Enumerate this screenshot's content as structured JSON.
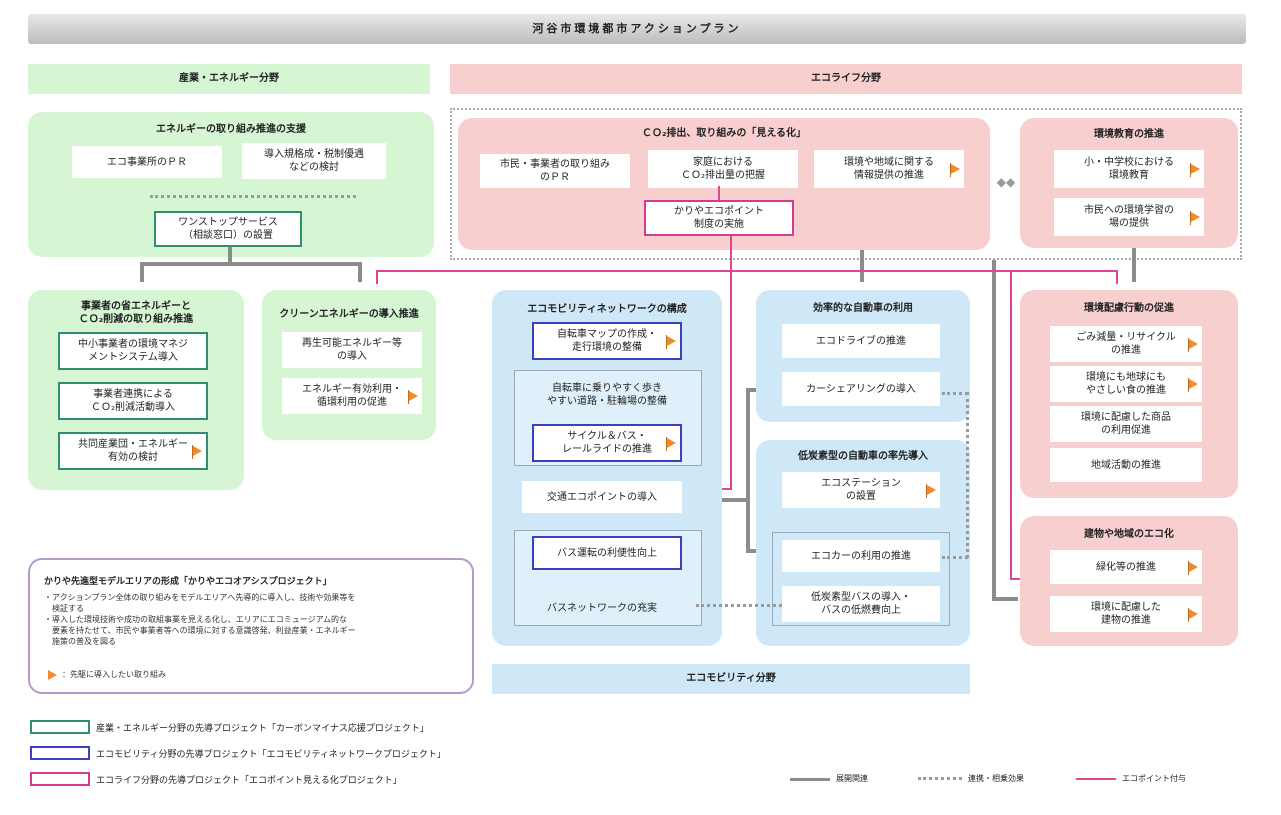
{
  "banner_title": "河谷市環境都市アクションプラン",
  "industry": {
    "title": "産業・エネルギー分野",
    "support": {
      "title": "エネルギーの取り組み推進の支援",
      "items": [
        "エコ事業所のＰＲ",
        "導入規格成・税制優遇\nなどの検討"
      ],
      "onestop": "ワンストップサービス\n（相談窓口）の設置"
    },
    "business": {
      "title": "事業者の省エネルギーと\nＣＯ₂削減の取り組み推進",
      "items": [
        "中小事業者の環境マネジ\nメントシステム導入",
        "事業者連携による\nＣＯ₂削減活動導入",
        "共同産業団・エネルギー\n有効の検討"
      ]
    },
    "clean": {
      "title": "クリーンエネルギーの導入推進",
      "items": [
        "再生可能エネルギー等\nの導入",
        "エネルギー有効利用・\n循環利用の促進"
      ]
    }
  },
  "ecolife": {
    "title": "エコライフ分野",
    "co2": {
      "title": "ＣＯ₂排出、取り組みの「見える化」",
      "items": [
        "市民・事業者の取り組み\nのＰＲ",
        "家庭における\nＣＯ₂排出量の把握",
        "環境や地域に関する\n情報提供の推進"
      ],
      "ecopoint": "かりやエコポイント\n制度の実施"
    },
    "education": {
      "title": "環境教育の推進",
      "items": [
        "小・中学校における\n環境教育",
        "市民への環境学習の\n場の提供"
      ]
    },
    "consideration": {
      "title": "環境配慮行動の促進",
      "items": [
        "ごみ減量・リサイクル\nの推進",
        "環境にも地球にも\nやさしい食の推進",
        "環境に配慮した商品\nの利用促進",
        "地域活動の推進"
      ]
    },
    "greening": {
      "title": "建物や地域のエコ化",
      "items": [
        "緑化等の推進",
        "環境に配慮した\n建物の推進"
      ]
    }
  },
  "ecomobility": {
    "title": "エコモビリティ分野",
    "network": {
      "title": "エコモビリティネットワークの構成",
      "items": [
        "自転車マップの作成・\n走行環境の整備",
        "自転車に乗りやすく歩き\nやすい道路・駐輪場の整備",
        "サイクル＆バス・\nレールライドの推進",
        "交通エコポイントの導入",
        "バス運転の利便性向上",
        "バスネットワークの充実"
      ]
    },
    "efficient": {
      "title": "効率的な自動車の利用",
      "items": [
        "エコドライブの推進",
        "カーシェアリングの導入"
      ]
    },
    "lowcar": {
      "title": "低炭素型の自動車の率先導入",
      "items": [
        "エコステーション\nの設置",
        "エコカーの利用の推進",
        "低炭素型バスの導入・\nバスの低燃費向上"
      ]
    }
  },
  "oasis": {
    "title": "かりや先進型モデルエリアの形成「かりやエコオアシスプロジェクト」",
    "notes": "・アクションプラン全体の取り組みをモデルエリアへ先導的に導入し、技術や効果等を\n　検証する\n・導入した環境技術や成功の取組事業を見える化し、エリアにエコミュージアム的な\n　要素を持たせて、市民や事業者等への環境に対する意識啓発、利益産業・エネルギー\n　施策の普及を図る",
    "flag_note": "：先駆に導入したい取り組み"
  },
  "legend": {
    "projects": [
      "産業・エネルギー分野の先導プロジェクト「カーボンマイナス応援プロジェクト」",
      "エコモビリティ分野の先導プロジェクト「エコモビリティネットワークプロジェクト」",
      "エコライフ分野の先導プロジェクト「エコポイント見える化プロジェクト」"
    ],
    "arrows": [
      "展開関連",
      "連携・相乗効果",
      "エコポイント付与"
    ]
  },
  "colors": {
    "green": "#d6f5d2",
    "pink": "#f7cfcf",
    "blue": "#cfe8f7",
    "accent_pink": "#e0458f",
    "accent_green": "#2e8f6e",
    "accent_blue": "#3c3fc2"
  }
}
